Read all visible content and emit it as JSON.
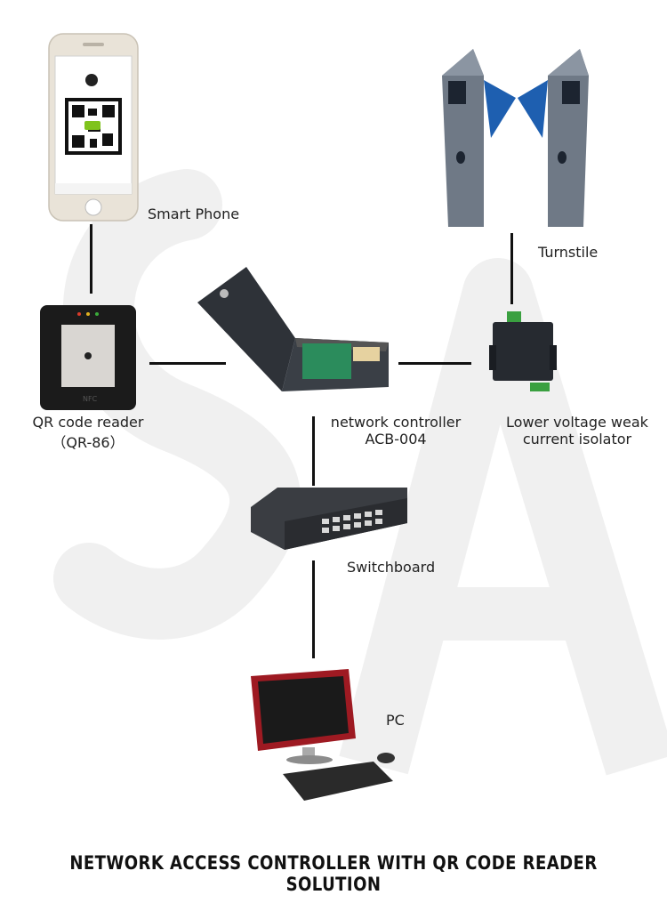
{
  "diagram": {
    "nodes": {
      "smart_phone": {
        "label": "Smart Phone"
      },
      "turnstile": {
        "label": "Turnstile"
      },
      "qr_reader": {
        "label": "QR code reader",
        "sublabel": "（QR-86）"
      },
      "controller": {
        "label": "network controller",
        "sublabel": "ACB-004"
      },
      "isolator": {
        "label": "Lower voltage weak",
        "sublabel": "current isolator"
      },
      "switchboard": {
        "label": "Switchboard"
      },
      "pc": {
        "label": "PC"
      }
    },
    "edges": [
      {
        "from": "smart_phone",
        "to": "qr_reader"
      },
      {
        "from": "qr_reader",
        "to": "controller"
      },
      {
        "from": "controller",
        "to": "isolator"
      },
      {
        "from": "isolator",
        "to": "turnstile"
      },
      {
        "from": "controller",
        "to": "switchboard"
      },
      {
        "from": "switchboard",
        "to": "pc"
      }
    ],
    "watermark": "SA"
  },
  "footer": {
    "title": "NETWORK ACCESS CONTROLLER WITH QR CODE READER SOLUTION"
  },
  "colors": {
    "accent_blue": "#1e5fb0",
    "line": "#111111",
    "watermark": "#efefef"
  }
}
